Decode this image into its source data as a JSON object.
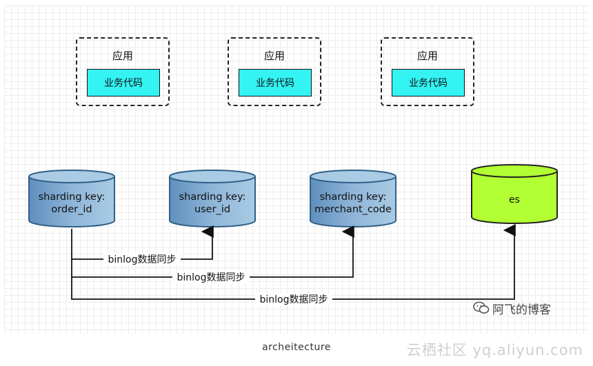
{
  "apps": [
    {
      "title": "应用",
      "code_label": "业务代码"
    },
    {
      "title": "应用",
      "code_label": "业务代码"
    },
    {
      "title": "应用",
      "code_label": "业务代码"
    }
  ],
  "databases": [
    {
      "line1": "sharding key:",
      "line2": "order_id"
    },
    {
      "line1": "sharding key:",
      "line2": "user_id"
    },
    {
      "line1": "sharding key:",
      "line2": "merchant_code"
    },
    {
      "line1": "es",
      "line2": ""
    }
  ],
  "sync_labels": [
    "binlog数据同步",
    "binlog数据同步",
    "binlog数据同步"
  ],
  "caption": "archeitecture",
  "watermark": {
    "wechat_account": "阿飞的博客",
    "site": "云栖社区 yq.aliyun.com"
  },
  "colors": {
    "code_box": "#33f3f3",
    "db_blue": "#7fb3d8",
    "db_green": "#b2ff33"
  }
}
